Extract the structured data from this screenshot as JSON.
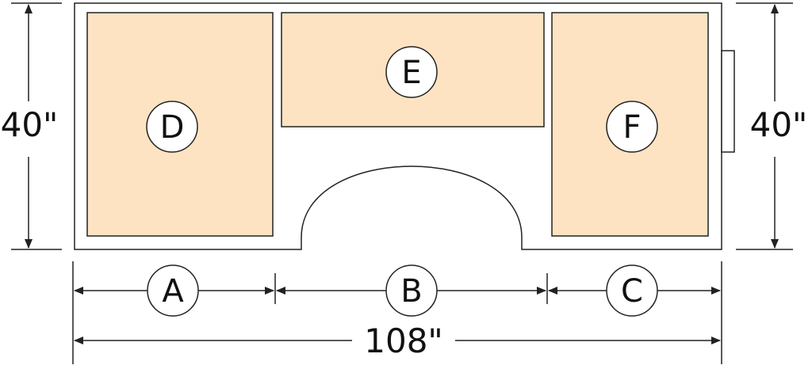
{
  "desk": {
    "panels": {
      "d": "D",
      "e": "E",
      "f": "F"
    },
    "segments": {
      "a": "A",
      "b": "B",
      "c": "C"
    },
    "height_left": "40\"",
    "height_right": "40\"",
    "total_width": "108\""
  },
  "colors": {
    "panel_fill": "#fde3c2",
    "outline": "#222222"
  }
}
